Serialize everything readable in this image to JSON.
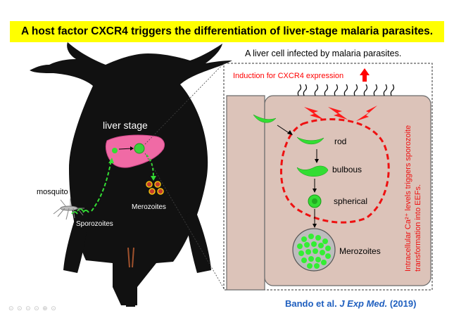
{
  "title": "A host factor CXCR4 triggers the differentiation of liver-stage malaria parasites.",
  "labels": {
    "cell_caption": "A liver cell infected by malaria parasites.",
    "induction": "Induction for CXCR4 expression",
    "liver_stage": "liver stage",
    "mosquito": "mosquito",
    "sporozoites": "Sporozoites",
    "merozoites_small": "Merozoites",
    "rod": "rod",
    "bulbous": "bulbous",
    "spherical": "spherical",
    "merozoites_large": "Merozoites",
    "vertical_line1": "Intracellular Ca²⁺ levels triggers sporozoite",
    "vertical_line2": "transformation into EEFs."
  },
  "citation": {
    "authors": "Bando et al.",
    "journal": "J Exp Med.",
    "year": "(2019)"
  },
  "controls": "⊙ ⊙ ⊙ ⊙ ⊕ ⊙",
  "colors": {
    "banner": "#ffff00",
    "mouse": "#111111",
    "liver": "#f06aa5",
    "parasite": "#33dd33",
    "cell": "#dcc3b9",
    "alert_red": "#ff0000",
    "citation_blue": "#1f5fbf"
  }
}
